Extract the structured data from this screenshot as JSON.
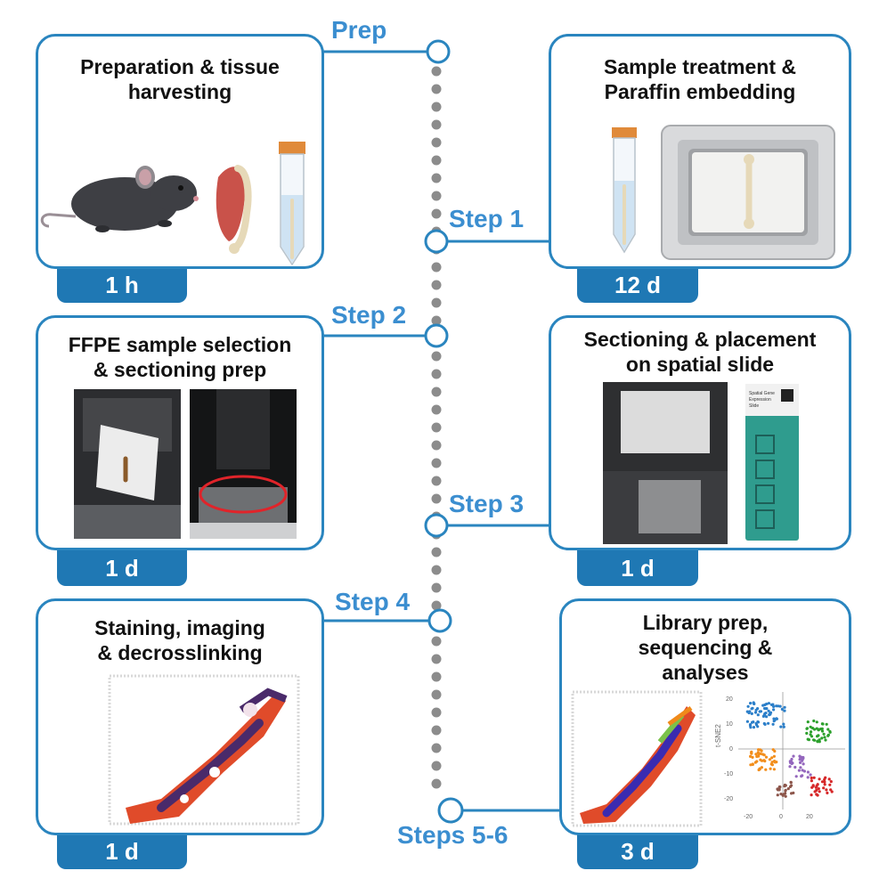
{
  "colors": {
    "accent": "#2a85bf",
    "tab": "#1f78b4",
    "step_label": "#3b8ed0",
    "timeline_dots": "#8c8c8c"
  },
  "steps": {
    "prep": "Prep",
    "step1": "Step 1",
    "step2": "Step 2",
    "step3": "Step 3",
    "step4": "Step 4",
    "step56": "Steps 5-6"
  },
  "cards": {
    "prep": {
      "title": "Preparation & tissue\nharvesting",
      "duration": "1 h"
    },
    "step1": {
      "title": "Sample treatment &\nParaffin embedding",
      "duration": "12 d"
    },
    "step2": {
      "title": "FFPE sample selection\n& sectioning prep",
      "duration": "1 d"
    },
    "step3": {
      "title": "Sectioning & placement\non spatial slide",
      "duration": "1 d"
    },
    "step4": {
      "title": "Staining, imaging\n& decrosslinking",
      "duration": "1 d"
    },
    "step56": {
      "title": "Library prep,\nsequencing &\nanalyses",
      "duration": "3 d"
    }
  },
  "tsne_plot": {
    "ylabel": "t-SNE2",
    "y_ticks": [
      "20",
      "10",
      "0",
      "-10",
      "-20"
    ],
    "x_ticks": [
      "-20",
      "0",
      "20"
    ]
  },
  "slide_label_text": [
    "Spatial Gene",
    "Expression",
    "Slide"
  ]
}
